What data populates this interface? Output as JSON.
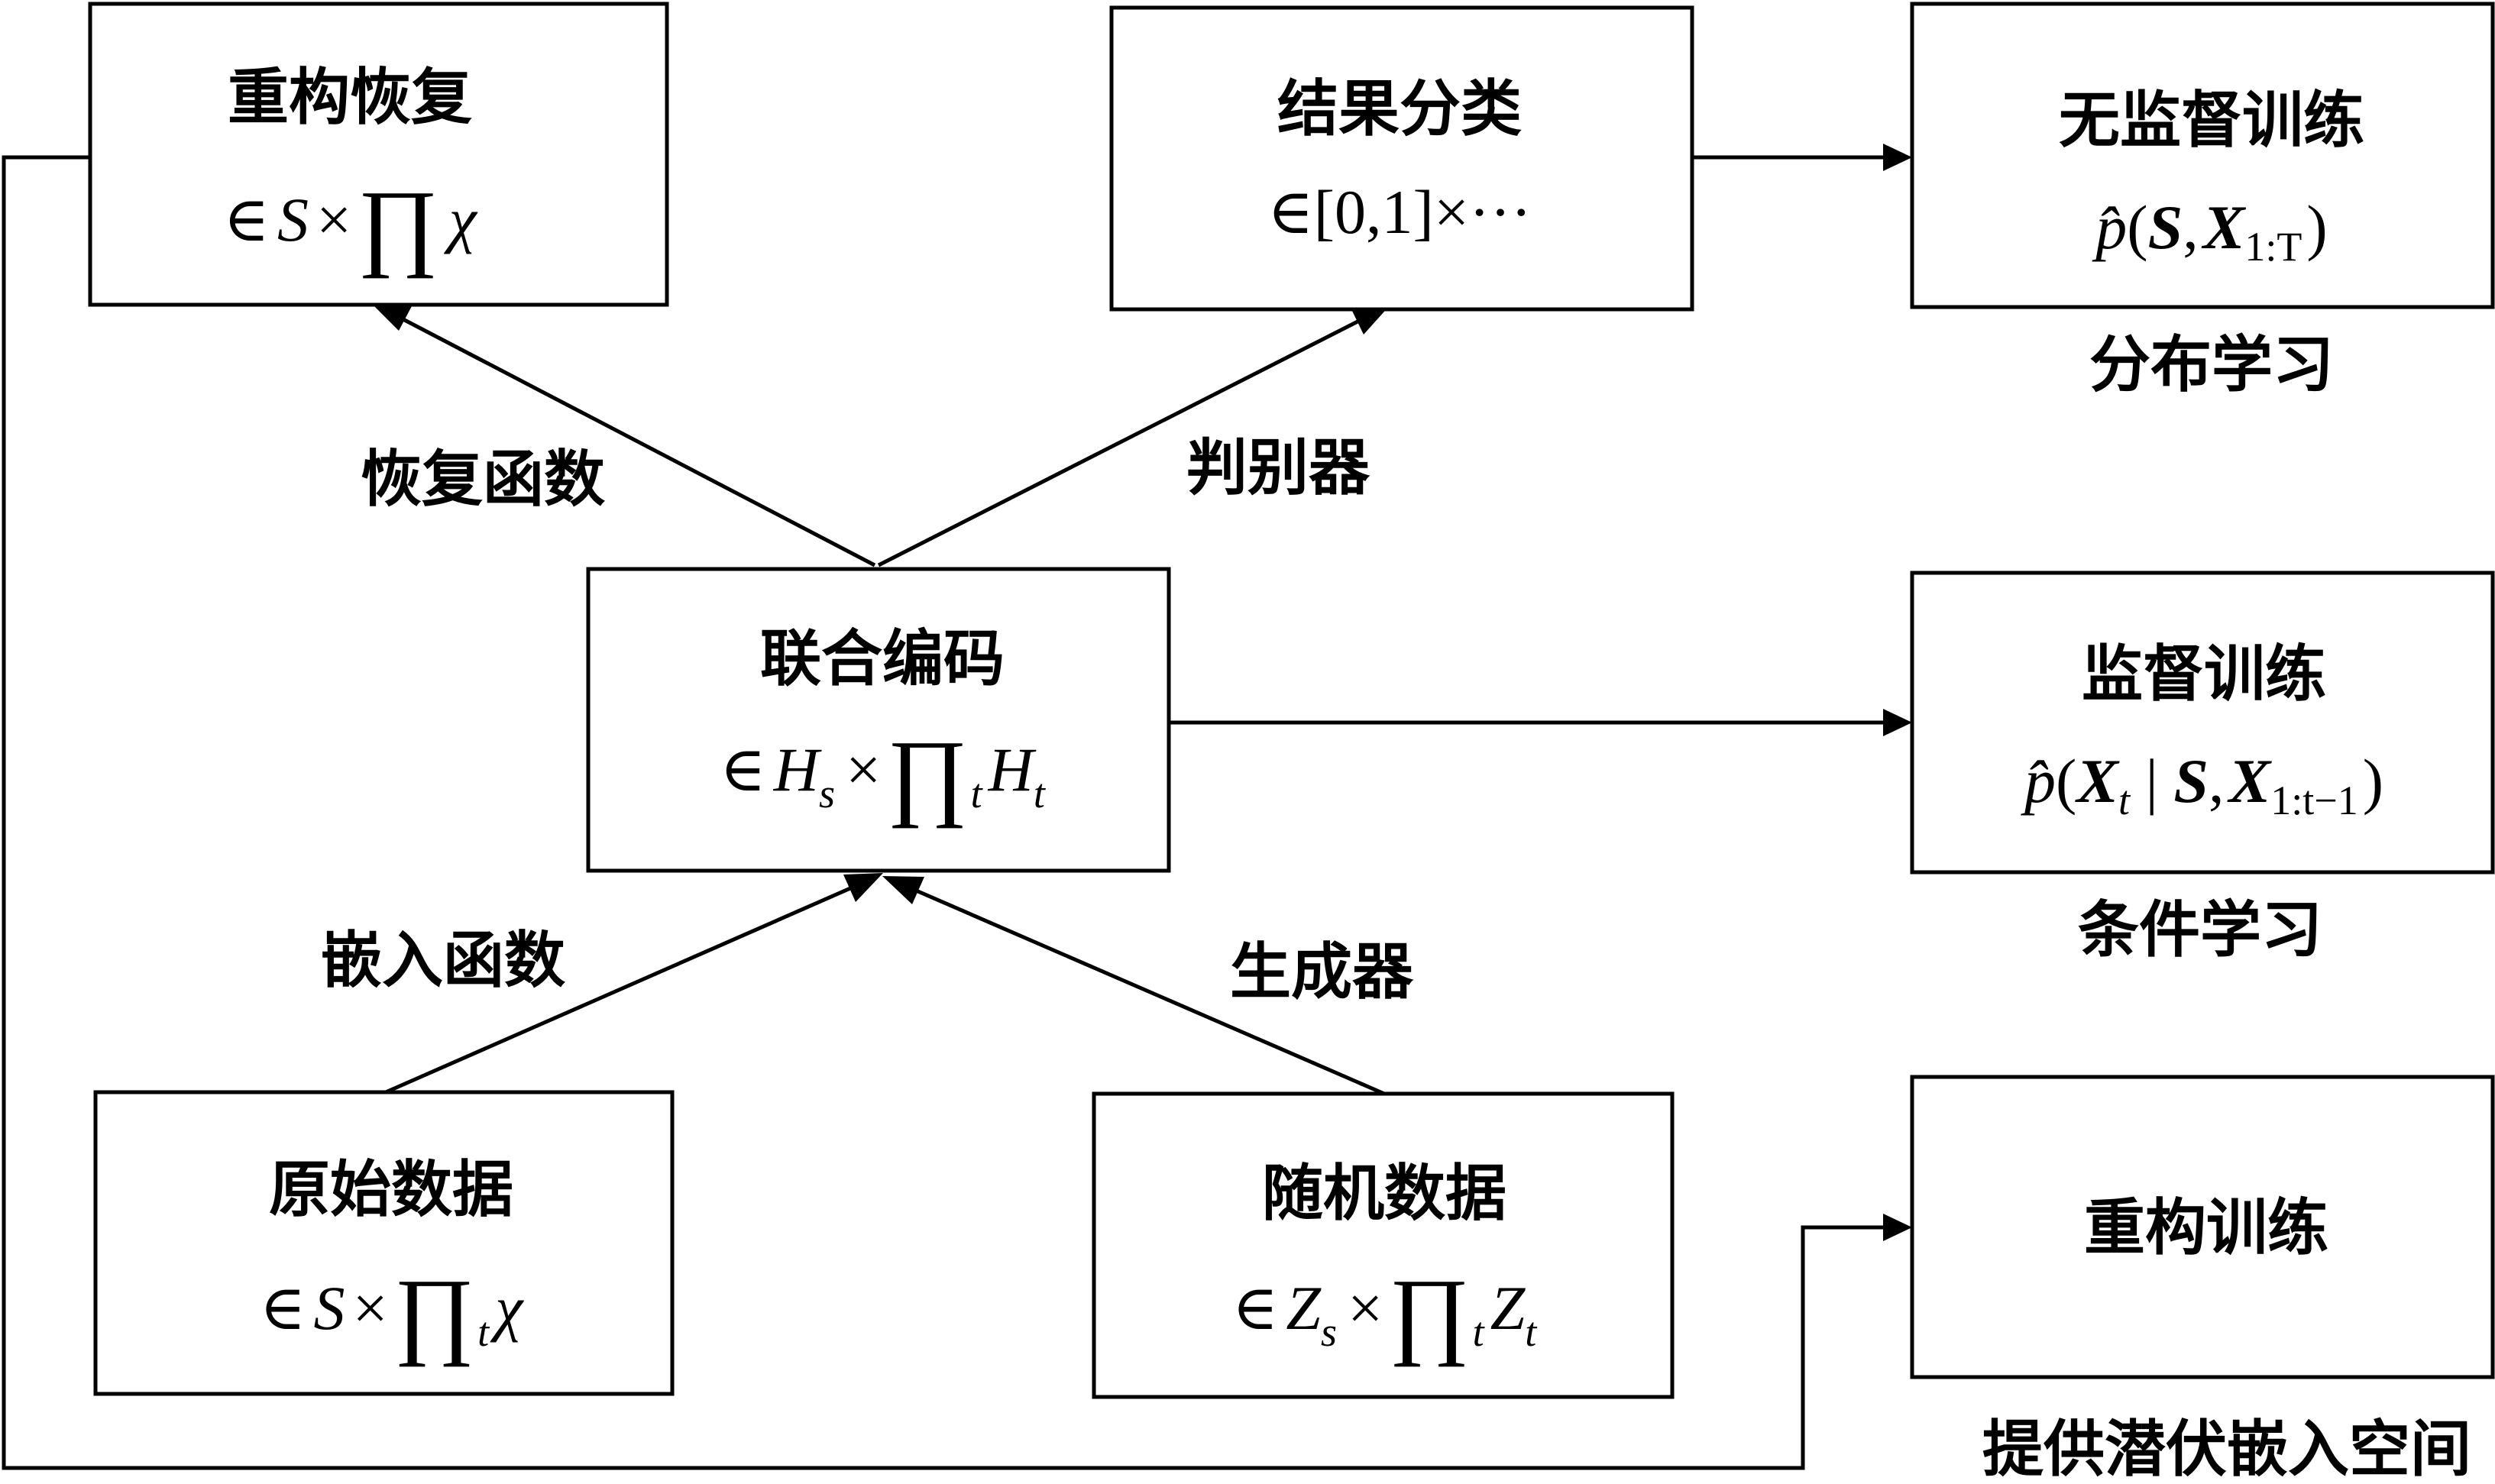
{
  "nodes": {
    "reconstruct": {
      "label": "重构恢复",
      "math": {
        "elem": "∈",
        "s": "S",
        "times": "×",
        "prod": "∏",
        "chi": "χ"
      }
    },
    "classify": {
      "label": "结果分类",
      "math": {
        "text": "∈[0,1]×···"
      }
    },
    "unsupervised": {
      "label": "无监督训练",
      "math": {
        "p": "p̂",
        "open": "(",
        "s": "S",
        "comma": ",",
        "x": "X",
        "sub": "1:T",
        "close": ")"
      },
      "caption": "分布学习"
    },
    "joint": {
      "label": "联合编码",
      "math": {
        "elem": "∈",
        "h": "H",
        "sub_s": "s",
        "times": "×",
        "prod": "∏",
        "sub_t": "t",
        "h2": "H",
        "sub_t2": "t"
      }
    },
    "supervised": {
      "label": "监督训练",
      "math": {
        "p": "p̂",
        "open": "(",
        "x": "X",
        "sub_t": "t",
        "bar": " | ",
        "s": "S",
        "comma": ",",
        "x2": "X",
        "sub_range": "1:t−1",
        "close": ")"
      },
      "caption": "条件学习"
    },
    "raw": {
      "label": "原始数据",
      "math": {
        "elem": "∈",
        "s": "S",
        "times": "×",
        "prod": "∏",
        "sub_t": "t",
        "chi": "χ"
      }
    },
    "random": {
      "label": "随机数据",
      "math": {
        "elem": "∈",
        "z": "Z",
        "sub_s": "s",
        "times": "×",
        "prod": "∏",
        "sub_t": "t",
        "z2": "Z",
        "sub_t2": "t"
      }
    },
    "recon_train": {
      "label": "重构训练",
      "caption": "提供潜伏嵌入空间"
    }
  },
  "edges": {
    "recovery_fn": "恢复函数",
    "discriminator": "判别器",
    "embedding_fn": "嵌入函数",
    "generator": "生成器"
  }
}
